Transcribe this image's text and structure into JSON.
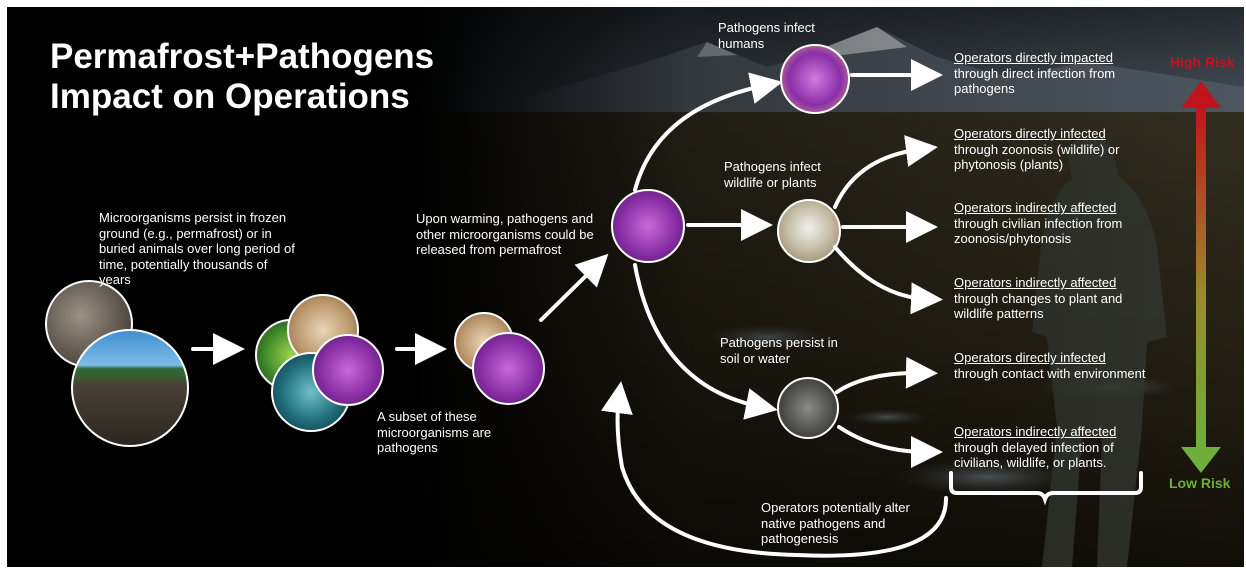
{
  "title": "Permafrost+Pathogens\nImpact on Operations",
  "labels": {
    "persist_frozen": "Microorganisms persist in frozen ground (e.g., permafrost) or in buried animals over long period of time, potentially thousands of years",
    "subset": "A subset of these microorganisms are pathogens",
    "warming": "Upon warming, pathogens and other microorganisms could be released from permafrost",
    "infect_humans": "Pathogens infect humans",
    "infect_wildlife": "Pathogens infect wildlife or plants",
    "persist_soil": "Pathogens persist in soil or water",
    "operators_alter": "Operators potentially alter native pathogens and pathogenesis"
  },
  "outcomes": [
    {
      "heading": "Operators directly impacted",
      "body": "through direct infection from pathogens"
    },
    {
      "heading": "Operators directly infected",
      "body": "through zoonosis (wildlife) or phytonosis (plants)"
    },
    {
      "heading": "Operators indirectly affected",
      "body": "through civilian infection from zoonosis/phytonosis"
    },
    {
      "heading": "Operators indirectly affected",
      "body": "through changes to plant and wildlife patterns"
    },
    {
      "heading": "Operators directly infected",
      "body": "through contact with environment"
    },
    {
      "heading": "Operators indirectly affected",
      "body": "through delayed infection of civilians, wildlife, or plants."
    }
  ],
  "risk": {
    "high": "High Risk",
    "low": "Low Risk",
    "high_color": "#c0141c",
    "low_color": "#6fae3a"
  },
  "icons": [
    "frozen-soil-icon",
    "forest-permafrost-icon",
    "microbe-icon",
    "pathogen-virus-icon",
    "bird-icon",
    "soil-icon"
  ]
}
